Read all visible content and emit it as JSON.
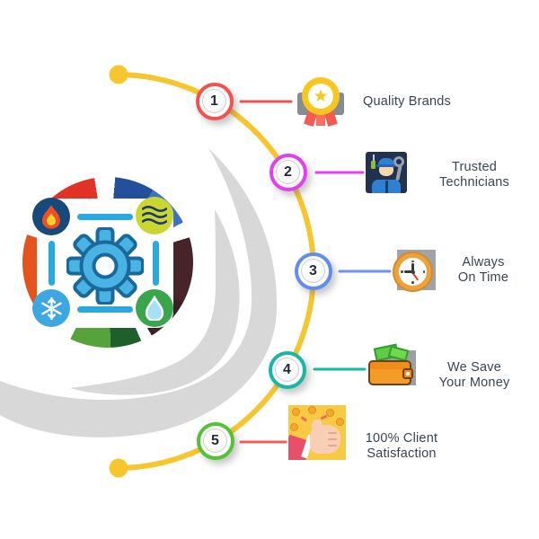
{
  "title": "Service benefits infographic",
  "palette": {
    "arc": "#f7c52d",
    "swoosh": "#d8d8d8",
    "label_text": "#3a4450",
    "number_text": "#1f2b38"
  },
  "glyphs": {
    "star": "★"
  },
  "center_icon": {
    "name": "hvac-system-icon",
    "colors": {
      "gear_fill": "#49b4e4",
      "gear_stroke": "#19699c",
      "link_line": "#2aa9e1",
      "flame_circle": "#17497b",
      "flame": "#f04f26",
      "flame_inner": "#ffd32b",
      "air_circle": "#ccd630",
      "air_waves": "#1d3a6e",
      "snow_circle": "#3fa7e0",
      "snowflake": "#ffffff",
      "drop_circle": "#3aa64b",
      "drop": "#a8e0f5",
      "ring_blue": "#2c5fae",
      "ring_maroon": "#47232a",
      "ring_green": "#3f8f36",
      "ring_orange": "#e5531f",
      "ring_red": "#e23125"
    }
  },
  "items": [
    {
      "number": "1",
      "label": "Quality Brands",
      "ring_color": "#f2524f",
      "line_color": "#f2524f",
      "icon": "quality-medal-icon"
    },
    {
      "number": "2",
      "label": "Trusted\nTechnicians",
      "ring_color": "#e33ff2",
      "line_color": "#e33ff2",
      "icon": "technician-icon"
    },
    {
      "number": "3",
      "label": "Always\nOn Time",
      "ring_color": "#5f8df2",
      "line_color": "#6b93f2",
      "icon": "clock-icon"
    },
    {
      "number": "4",
      "label": "We Save\nYour Money",
      "ring_color": "#16b8a5",
      "line_color": "#16b8a5",
      "icon": "wallet-money-icon"
    },
    {
      "number": "5",
      "label": "100% Client\nSatisfaction",
      "ring_color": "#52c433",
      "line_color": "#f25c5c",
      "icon": "client-satisfaction-icon"
    }
  ]
}
